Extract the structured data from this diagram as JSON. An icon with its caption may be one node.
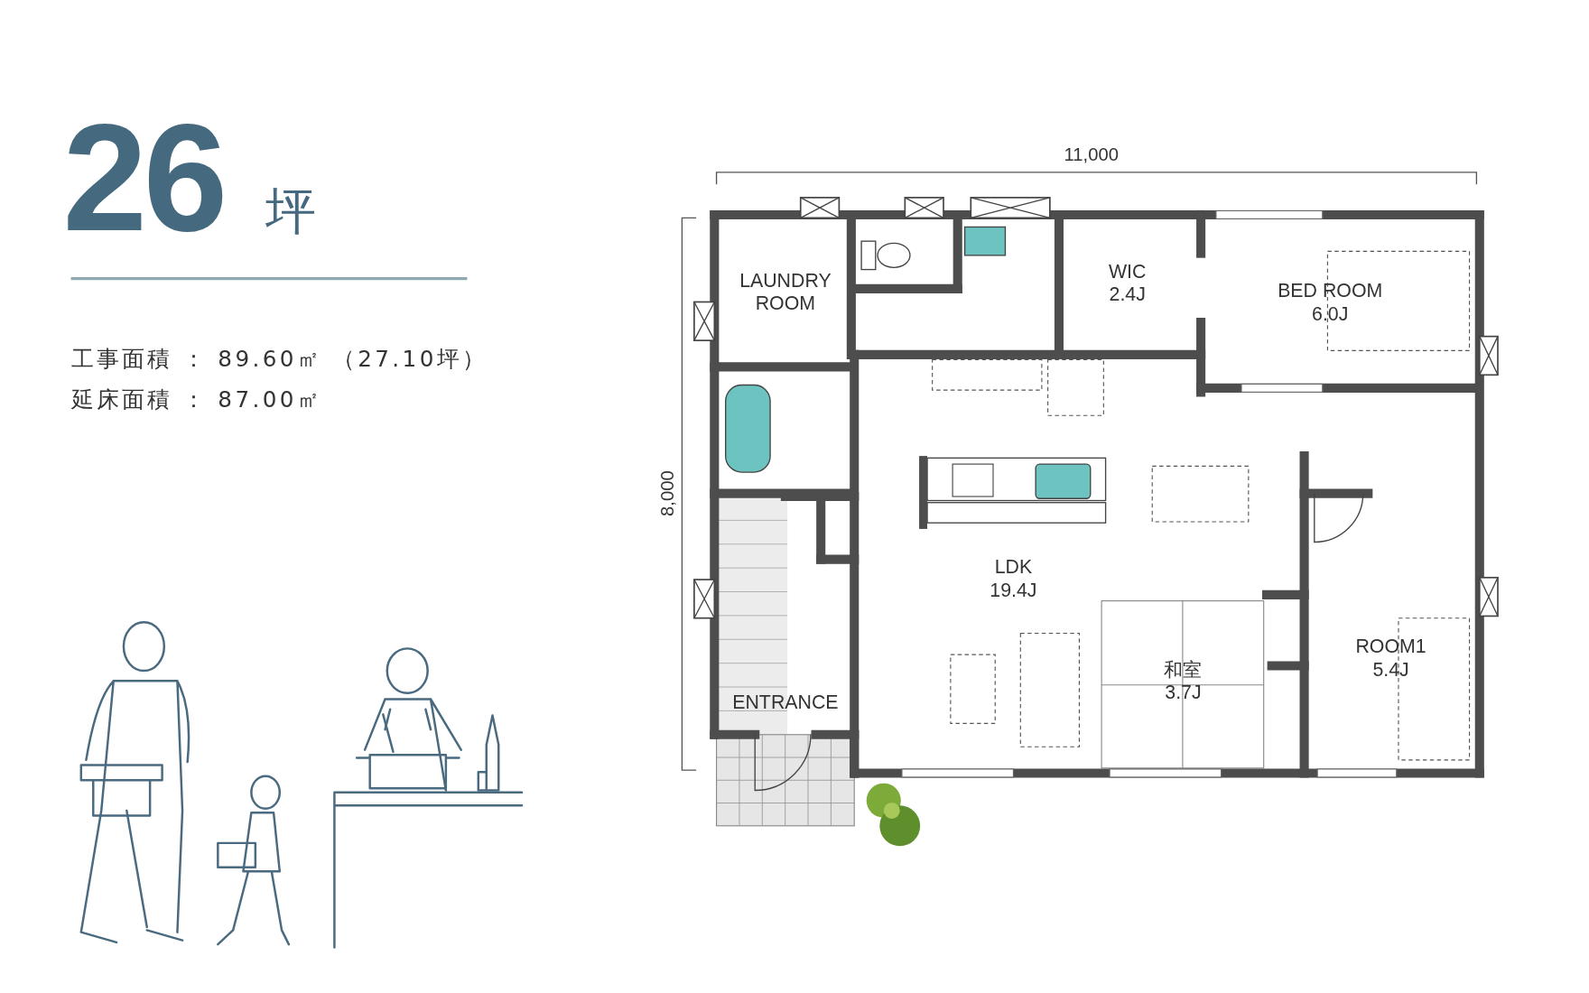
{
  "diagram": {
    "title": "26",
    "nodes": [
      {
        "text": [
          "LAUNDRY ROOM"
        ]
      },
      {
        "text": [
          "WIC",
          "2.4J"
        ]
      },
      {
        "text": [
          "BED ROOM",
          "6.0J"
        ]
      },
      {
        "text": [
          "LDK",
          "19.4J"
        ]
      },
      {
        "text": [
          "ROOM1",
          "5.4J"
        ]
      },
      {
        "text": [
          "和室",
          "3.7J"
        ]
      },
      {
        "text": [
          "ENTRANCE"
        ]
      }
    ],
    "labels": [
      "坪",
      "工事面積 ： 89.60㎡ （27.10坪）",
      "延床面積 ： 87.00㎡",
      "11,000",
      "8,000"
    ]
  }
}
